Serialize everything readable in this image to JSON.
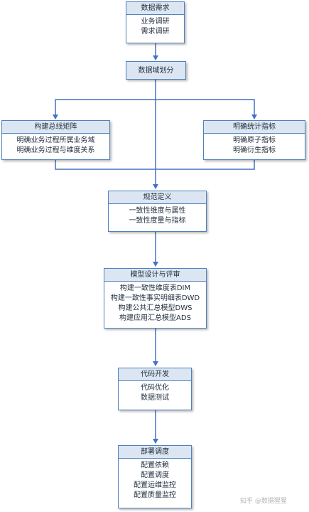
{
  "nodes": {
    "demand": {
      "title": "数据需求",
      "items": [
        "业务调研",
        "需求调研"
      ]
    },
    "domain": {
      "title": "数据域划分"
    },
    "bus": {
      "title": "构建总线矩阵",
      "items": [
        "明确业务过程所属业务域",
        "明确业务过程与维度关系"
      ]
    },
    "metric": {
      "title": "明确统计指标",
      "items": [
        "明确原子指标",
        "明确衍生指标"
      ]
    },
    "spec": {
      "title": "规范定义",
      "items": [
        "一致性维度与属性",
        "一致性度量与指标"
      ]
    },
    "model": {
      "title": "模型设计与评审",
      "items": [
        "构建一致性维度表DIM",
        "构建一致性事实明细表DWD",
        "构建公共汇总模型DWS",
        "构建应用汇总模型ADS"
      ]
    },
    "code": {
      "title": "代码开发",
      "items": [
        "代码优化",
        "数据测试"
      ]
    },
    "deploy": {
      "title": "部署调度",
      "items": [
        "配置依赖",
        "配置调度",
        "配置运维监控",
        "配置质量监控"
      ]
    }
  },
  "watermark": "知乎 @数据猩猩",
  "colors": {
    "border": "#4f81bd",
    "header": "#dce6f2",
    "line": "#4472c4"
  }
}
